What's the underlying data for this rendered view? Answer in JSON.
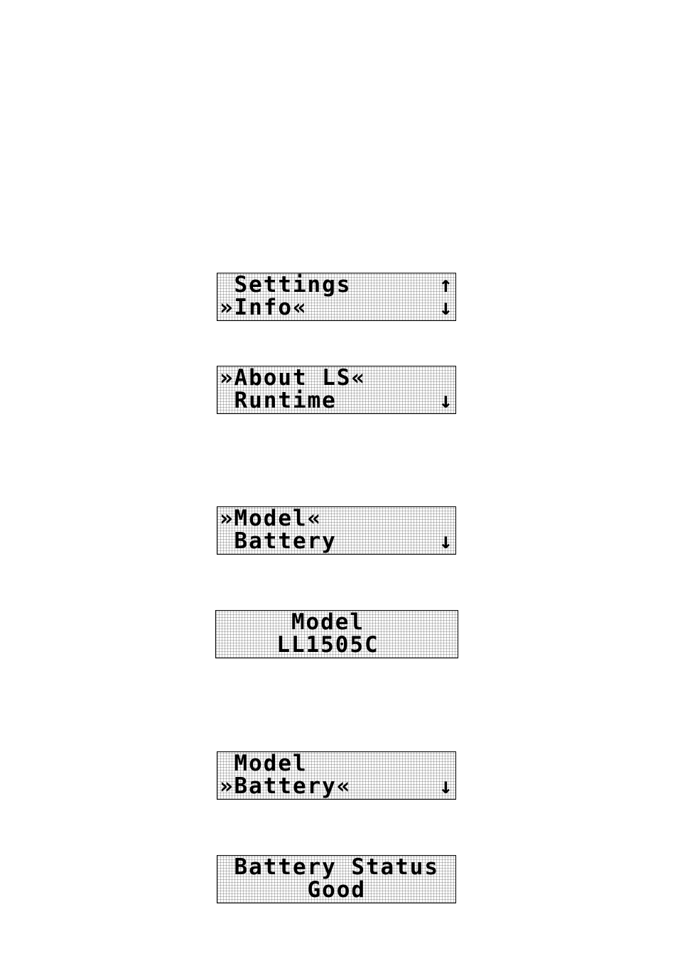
{
  "screens": [
    {
      "id": "settings-info",
      "rows": [
        " Settings      ↑",
        "»Info«         ↓"
      ]
    },
    {
      "id": "about-runtime",
      "rows": [
        "»About LS«      ",
        " Runtime       ↓"
      ]
    },
    {
      "id": "model-battery-select-model",
      "rows": [
        "»Model«         ",
        " Battery       ↓"
      ]
    },
    {
      "id": "model-detail",
      "rows": [
        "     Model      ",
        "    LL1505C     "
      ]
    },
    {
      "id": "model-battery-select-battery",
      "rows": [
        " Model          ",
        "»Battery«      ↓"
      ]
    },
    {
      "id": "battery-status",
      "rows": [
        " Battery Status ",
        "      Good      "
      ]
    }
  ]
}
